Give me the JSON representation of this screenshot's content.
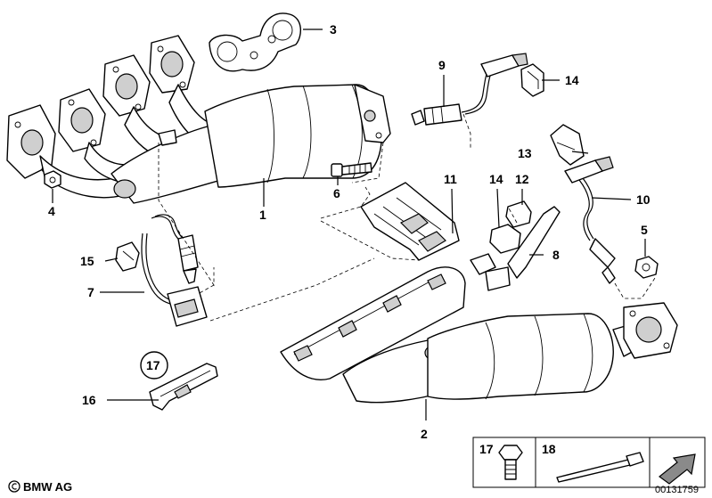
{
  "title": "Catalytic converter / front pipe – parts diagram",
  "callouts": {
    "p1": "1",
    "p2": "2",
    "p3": "3",
    "p4": "4",
    "p5": "5",
    "p6": "6",
    "p7": "7",
    "p8": "8",
    "p9": "9",
    "p10": "10",
    "p11": "11",
    "p12": "12",
    "p13": "13",
    "p14a": "14",
    "p14b": "14",
    "p15": "15",
    "p16": "16",
    "p17": "17"
  },
  "legend": {
    "item17": "17",
    "item18": "18"
  },
  "footer": {
    "brand": "BMW AG",
    "part_code": "00131759"
  },
  "colors": {
    "line": "#000000",
    "background": "#ffffff",
    "shade": "#cfcfcf"
  }
}
